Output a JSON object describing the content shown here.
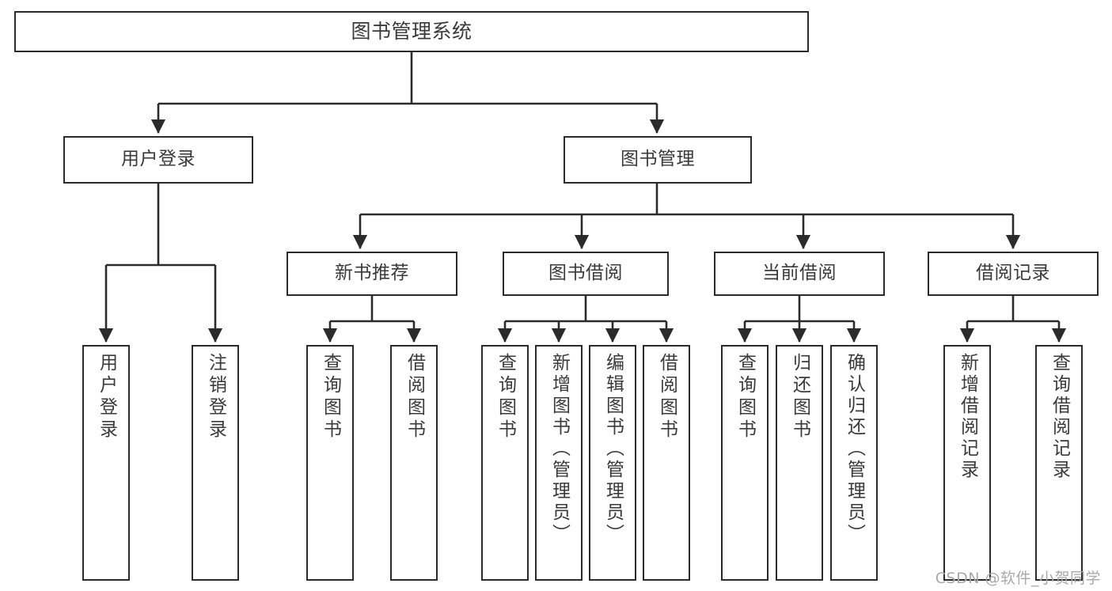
{
  "diagram": {
    "title": "图书管理系统",
    "type": "functional-structure-tree",
    "colors": {
      "box_border": "#2b2b2b",
      "box_fill": "#ffffff",
      "text": "#3a3a3a",
      "edge": "#2b2b2b",
      "watermark": "#a9a9a9",
      "background": "#ffffff"
    }
  },
  "watermark": {
    "text": "CSDN @软件_小贺同学"
  },
  "nodes": {
    "root": {
      "label": "图书管理系统"
    },
    "level1": [
      {
        "id": "user-login",
        "label": "用户登录"
      },
      {
        "id": "book-management",
        "label": "图书管理"
      }
    ],
    "level2": [
      {
        "id": "new-book-recommend",
        "label": "新书推荐"
      },
      {
        "id": "book-borrow",
        "label": "图书借阅"
      },
      {
        "id": "current-borrow",
        "label": "当前借阅"
      },
      {
        "id": "borrow-record",
        "label": "借阅记录"
      }
    ],
    "leaves": [
      {
        "id": "leaf-user-login",
        "label": "用户登录",
        "parent": "user-login"
      },
      {
        "id": "leaf-user-logout",
        "label": "注销登录",
        "parent": "user-login"
      },
      {
        "id": "leaf-query-book-1",
        "label": "查询图书",
        "parent": "new-book-recommend"
      },
      {
        "id": "leaf-borrow-book-1",
        "label": "借阅图书",
        "parent": "new-book-recommend"
      },
      {
        "id": "leaf-query-book-2",
        "label": "查询图书",
        "parent": "book-borrow"
      },
      {
        "id": "leaf-add-book",
        "label": "新增图书（管理员）",
        "parent": "book-borrow"
      },
      {
        "id": "leaf-edit-book",
        "label": "编辑图书（管理员）",
        "parent": "book-borrow"
      },
      {
        "id": "leaf-borrow-book-2",
        "label": "借阅图书",
        "parent": "book-borrow"
      },
      {
        "id": "leaf-query-book-3",
        "label": "查询图书",
        "parent": "current-borrow"
      },
      {
        "id": "leaf-return-book",
        "label": "归还图书",
        "parent": "current-borrow"
      },
      {
        "id": "leaf-confirm-return",
        "label": "确认归还（管理员）",
        "parent": "current-borrow"
      },
      {
        "id": "leaf-add-record",
        "label": "新增借阅记录",
        "parent": "borrow-record"
      },
      {
        "id": "leaf-query-record",
        "label": "查询借阅记录",
        "parent": "borrow-record"
      }
    ]
  },
  "chart_data": {
    "type": "table",
    "title": "图书管理系统 功能结构图",
    "tree": {
      "label": "图书管理系统",
      "children": [
        {
          "label": "用户登录",
          "children": [
            {
              "label": "用户登录"
            },
            {
              "label": "注销登录"
            }
          ]
        },
        {
          "label": "图书管理",
          "children": [
            {
              "label": "新书推荐",
              "children": [
                {
                  "label": "查询图书"
                },
                {
                  "label": "借阅图书"
                }
              ]
            },
            {
              "label": "图书借阅",
              "children": [
                {
                  "label": "查询图书"
                },
                {
                  "label": "新增图书（管理员）"
                },
                {
                  "label": "编辑图书（管理员）"
                },
                {
                  "label": "借阅图书"
                }
              ]
            },
            {
              "label": "当前借阅",
              "children": [
                {
                  "label": "查询图书"
                },
                {
                  "label": "归还图书"
                },
                {
                  "label": "确认归还（管理员）"
                }
              ]
            },
            {
              "label": "借阅记录",
              "children": [
                {
                  "label": "新增借阅记录"
                },
                {
                  "label": "查询借阅记录"
                }
              ]
            }
          ]
        }
      ]
    }
  }
}
